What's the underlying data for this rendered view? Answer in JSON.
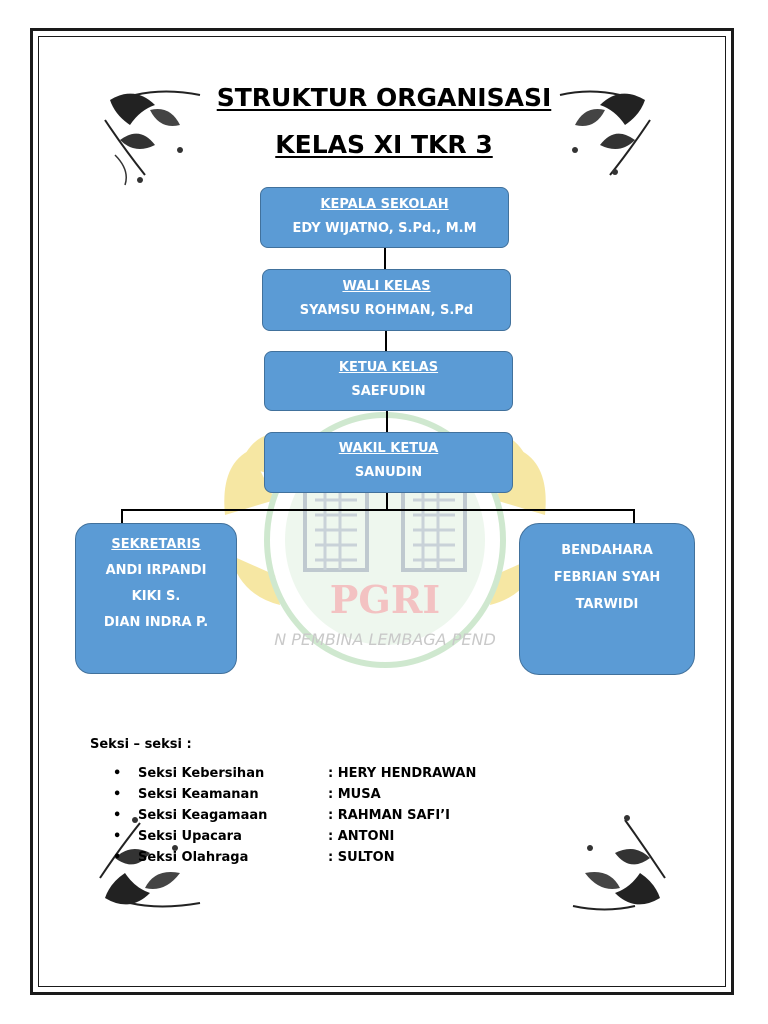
{
  "title": {
    "line1": "STRUKTUR ORGANISASI",
    "line2": "KELAS XI TKR 3"
  },
  "org": {
    "kepala_sekolah": {
      "role": "KEPALA SEKOLAH",
      "name": "EDY WIJATNO, S.Pd., M.M"
    },
    "wali_kelas": {
      "role": "WALI KELAS",
      "name": "SYAMSU ROHMAN, S.Pd"
    },
    "ketua_kelas": {
      "role": "KETUA KELAS",
      "name": "SAEFUDIN"
    },
    "wakil_ketua": {
      "role": "WAKIL KETUA",
      "name": "SANUDIN"
    },
    "sekretaris": {
      "role": "SEKRETARIS",
      "names": [
        "ANDI IRPANDI",
        "KIKI S.",
        "DIAN INDRA P."
      ]
    },
    "bendahara": {
      "role": "BENDAHARA",
      "names": [
        "FEBRIAN SYAH",
        "TARWIDI"
      ]
    }
  },
  "watermark": {
    "text1": "PGRI",
    "text2": "N PEMBINA LEMBAGA PEND"
  },
  "seksi": {
    "heading": "Seksi – seksi :",
    "items": [
      {
        "label": "Seksi Kebersihan",
        "value": ": HERY HENDRAWAN"
      },
      {
        "label": "Seksi Keamanan",
        "value": ": MUSA"
      },
      {
        "label": "Seksi Keagamaan",
        "value": ": RAHMAN SAFI’I"
      },
      {
        "label": "Seksi Upacara",
        "value": ": ANTONI"
      },
      {
        "label": "Seksi Olahraga",
        "value": ": SULTON"
      }
    ]
  },
  "colors": {
    "box_fill": "#5b9bd5",
    "box_border": "#41719c",
    "watermark_yellow": "#f6e7a3",
    "watermark_red": "#f3c2c2",
    "watermark_green": "#cfe8cf"
  }
}
